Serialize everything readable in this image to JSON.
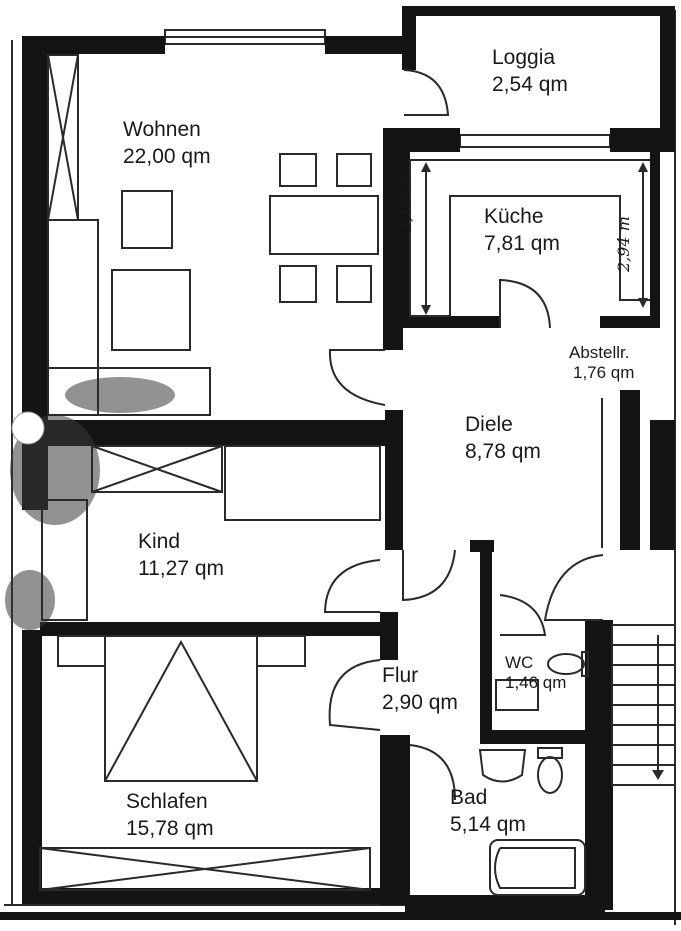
{
  "plan": {
    "rooms": [
      {
        "key": "loggia",
        "name": "Loggia",
        "area": "2,54 qm"
      },
      {
        "key": "wohnen",
        "name": "Wohnen",
        "area": "22,00 qm"
      },
      {
        "key": "kueche",
        "name": "Küche",
        "area": "7,81 qm"
      },
      {
        "key": "abstellr",
        "name": "Abstellr.",
        "area": "1,76 qm"
      },
      {
        "key": "diele",
        "name": "Diele",
        "area": "8,78 qm"
      },
      {
        "key": "kind",
        "name": "Kind",
        "area": "11,27 qm"
      },
      {
        "key": "wc",
        "name": "WC",
        "area": "1,46 qm"
      },
      {
        "key": "flur",
        "name": "Flur",
        "area": "2,90 qm"
      },
      {
        "key": "bad",
        "name": "Bad",
        "area": "5,14 qm"
      },
      {
        "key": "schlafen",
        "name": "Schlafen",
        "area": "15,78 qm"
      }
    ],
    "dimensions": [
      {
        "key": "kitchen-left",
        "text": "2,16 m"
      },
      {
        "key": "kitchen-right",
        "text": "2,94 m"
      }
    ]
  },
  "colors": {
    "wall": "#141414",
    "line": "#2a2a2a",
    "paper": "#ffffff",
    "smudge": "#3a3a3a"
  }
}
